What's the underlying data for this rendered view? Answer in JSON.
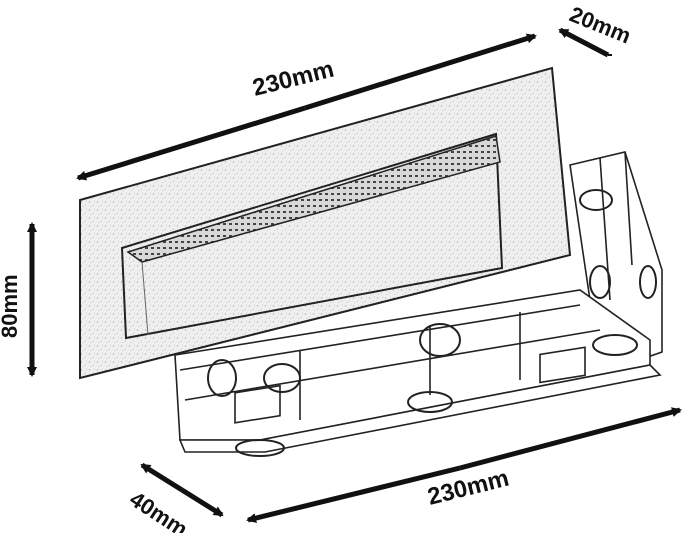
{
  "dimensions": {
    "front_width": "230mm",
    "depth_top": "20mm",
    "height": "80mm",
    "box_width": "230mm",
    "box_depth": "40mm"
  },
  "colors": {
    "ink": "#111111",
    "panel_fill": "#e6e6e6",
    "background": "#ffffff"
  }
}
